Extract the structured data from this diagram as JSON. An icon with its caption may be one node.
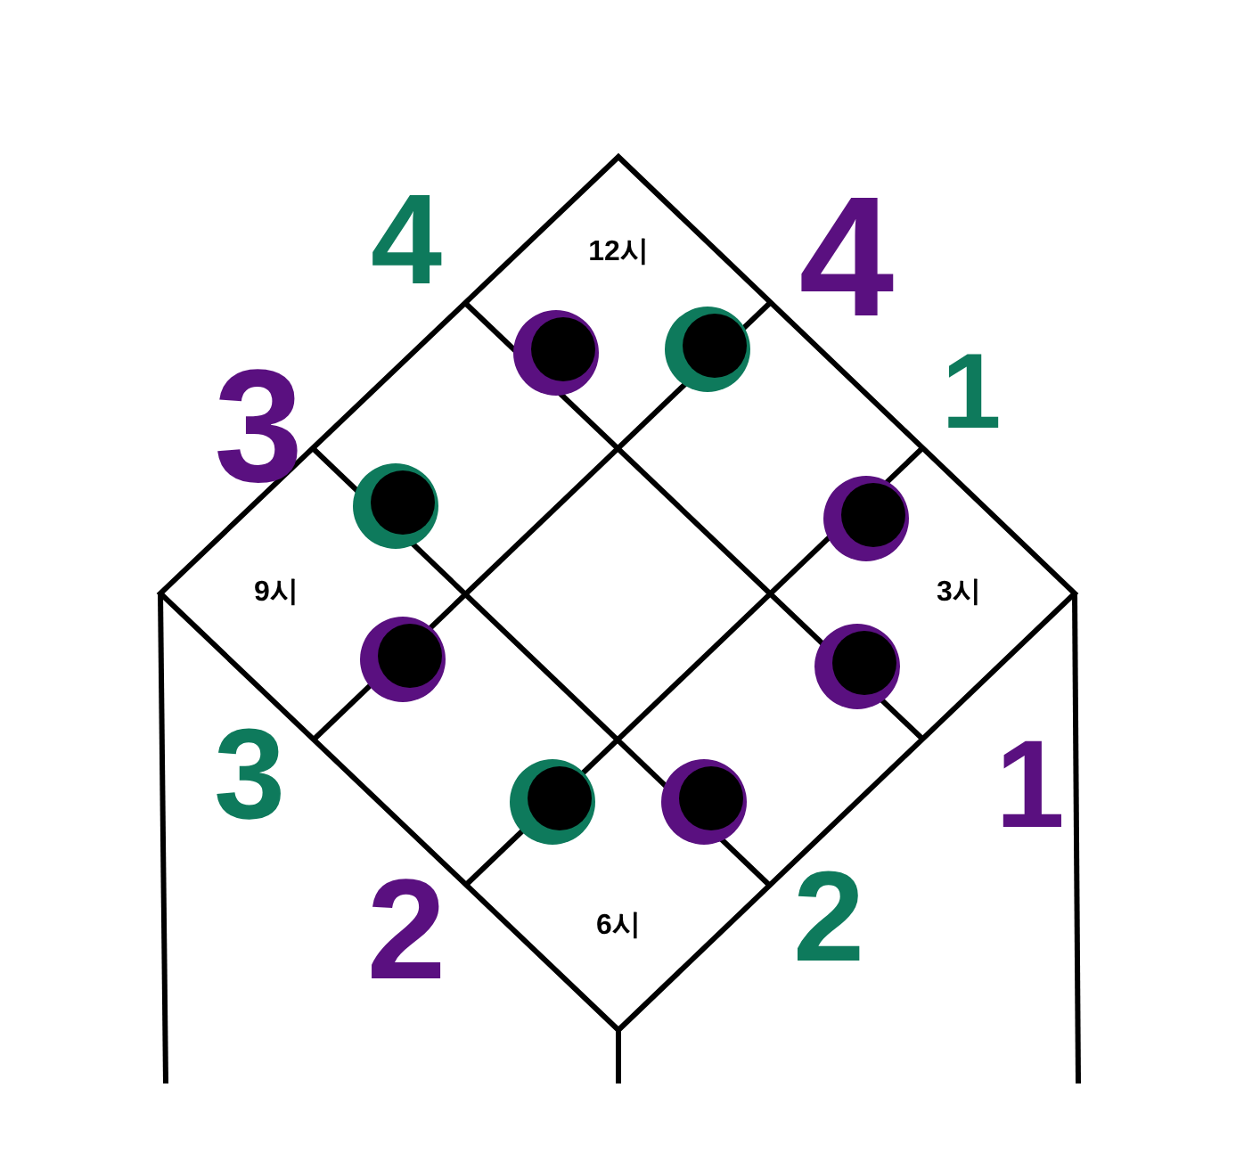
{
  "diagram": {
    "labels": [
      "4",
      "12시",
      "4",
      "3",
      "1",
      "9시",
      "3시",
      "3",
      "1",
      "2",
      "6시",
      "2"
    ]
  }
}
